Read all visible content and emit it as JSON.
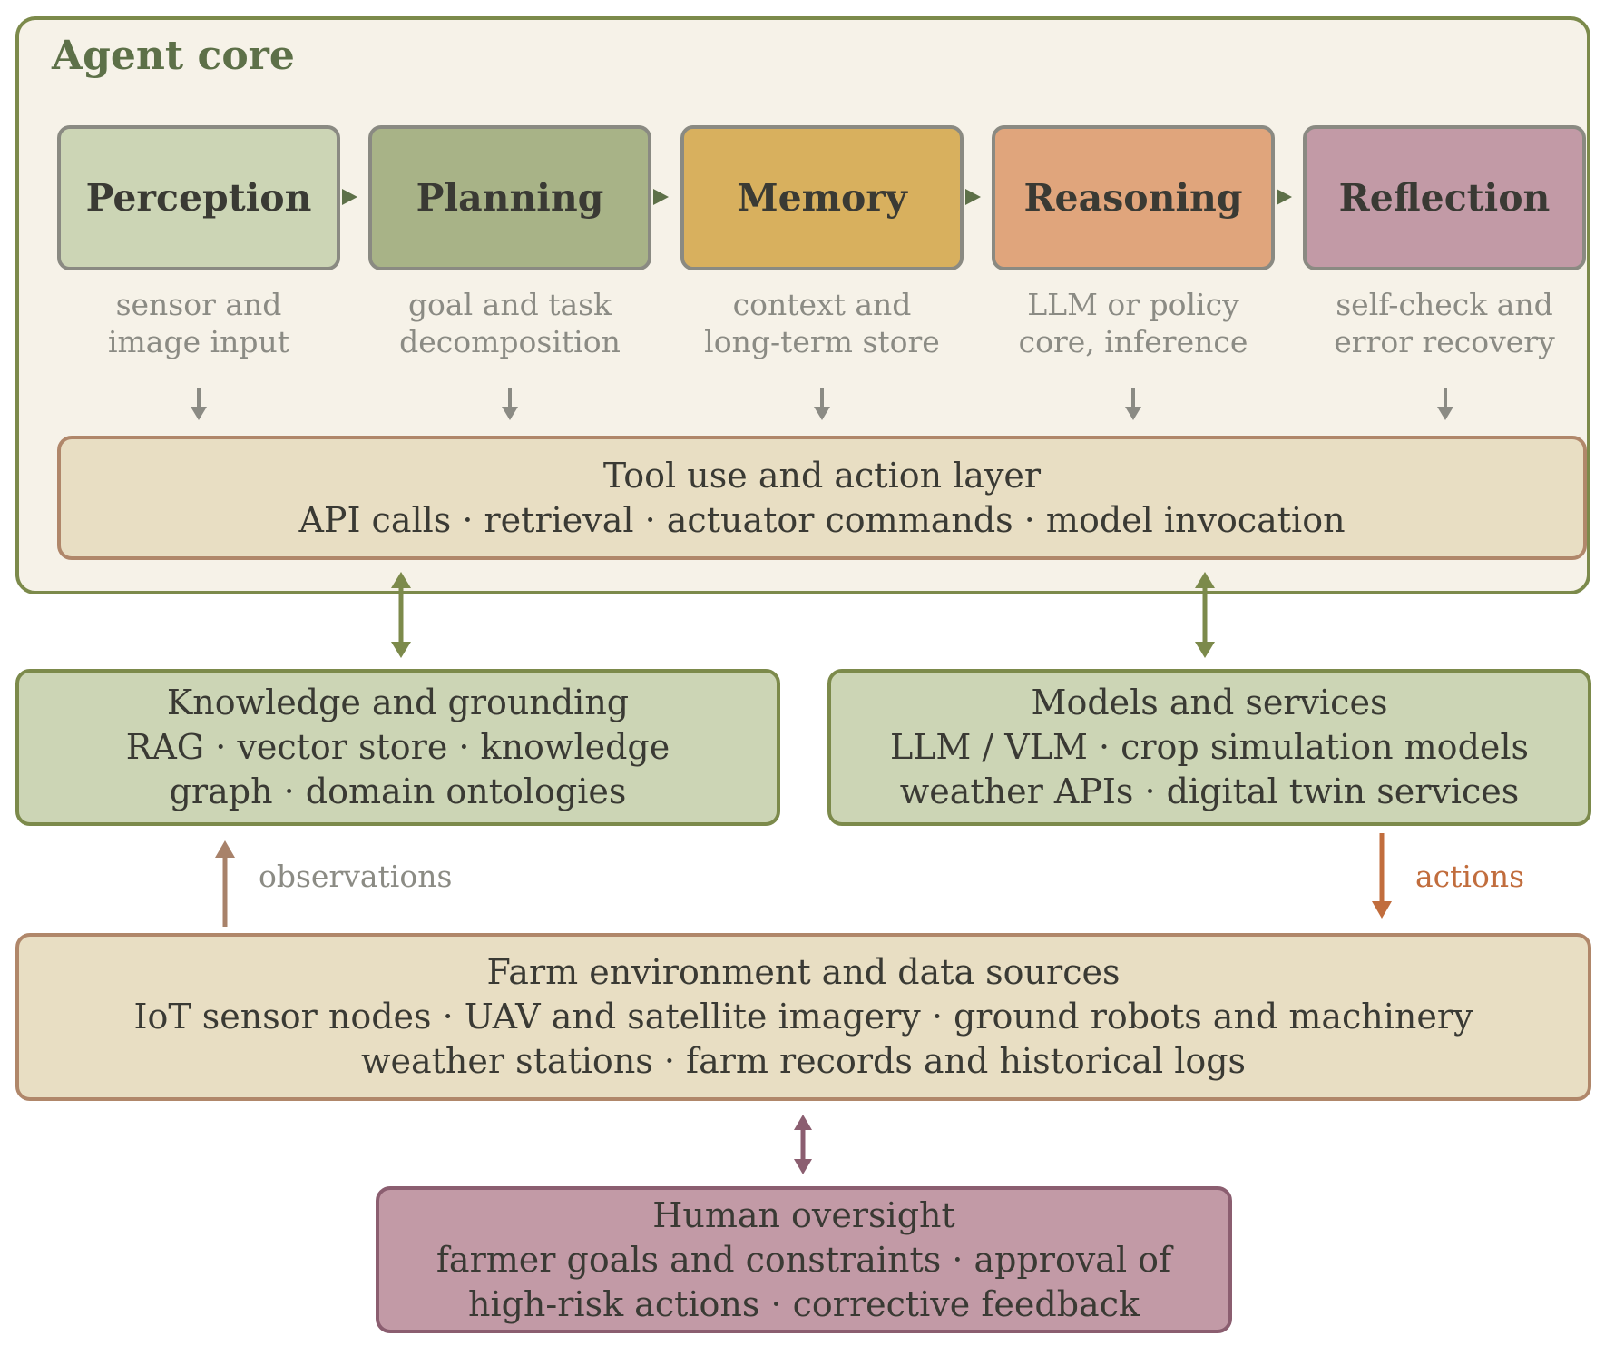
{
  "agent_core": {
    "title": "Agent core",
    "stages": [
      {
        "name": "Perception",
        "desc_line1": "sensor and",
        "desc_line2": "image input",
        "fill": "#ccd5b5"
      },
      {
        "name": "Planning",
        "desc_line1": "goal and task",
        "desc_line2": "decomposition",
        "fill": "#a8b387"
      },
      {
        "name": "Memory",
        "desc_line1": "context and",
        "desc_line2": "long-term store",
        "fill": "#d8b05e"
      },
      {
        "name": "Reasoning",
        "desc_line1": "LLM or policy",
        "desc_line2": "core, inference",
        "fill": "#e0a57c"
      },
      {
        "name": "Reflection",
        "desc_line1": "self-check and",
        "desc_line2": "error recovery",
        "fill": "#c29aa6"
      }
    ],
    "tool_layer": {
      "title": "Tool use and action layer",
      "line1": "API calls  ·  retrieval  ·  actuator commands  ·  model invocation"
    }
  },
  "knowledge": {
    "title": "Knowledge and grounding",
    "line1": "RAG  ·  vector store  ·  knowledge",
    "line2": "graph  ·  domain ontologies"
  },
  "models": {
    "title": "Models and services",
    "line1": "LLM / VLM  ·  crop simulation models",
    "line2": "weather APIs  ·  digital twin services"
  },
  "farm": {
    "title": "Farm environment and data sources",
    "line1": "IoT sensor nodes  ·  UAV and satellite imagery  ·  ground robots and machinery",
    "line2": "weather stations  ·  farm records and historical logs"
  },
  "human": {
    "title": "Human oversight",
    "line1": "farmer goals and constraints  ·  approval of",
    "line2": "high-risk actions  ·  corrective feedback"
  },
  "labels": {
    "observations": "observations",
    "actions": "actions"
  },
  "colors": {
    "core_border": "#7c8a4b",
    "observations_arrow": "#a8826a",
    "actions_arrow": "#c16d3d",
    "human_arrow": "#8b5e70"
  }
}
